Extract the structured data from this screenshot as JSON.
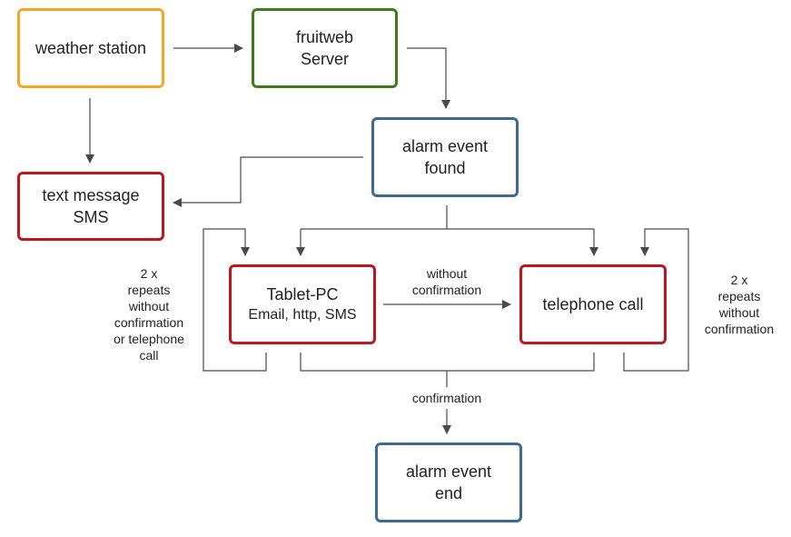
{
  "colors": {
    "orange": "#f5a623",
    "green": "#3f7a1a",
    "blue": "#3b6b94",
    "red": "#c0151b",
    "line": "#4a4a4a"
  },
  "nodes": {
    "weather_station": {
      "line1": "weather station",
      "color": "orange"
    },
    "fruitweb_server": {
      "line1": "fruitweb",
      "line2": "Server",
      "color": "green"
    },
    "alarm_event_found": {
      "line1": "alarm event",
      "line2": "found",
      "color": "blue"
    },
    "text_message": {
      "line1": "text message",
      "line2": "SMS",
      "color": "red"
    },
    "tablet_pc": {
      "line1": "Tablet-PC",
      "line2": "Email, http, SMS",
      "color": "red"
    },
    "telephone_call": {
      "line1": "telephone call",
      "color": "red"
    },
    "alarm_event_end": {
      "line1": "alarm event",
      "line2": "end",
      "color": "blue"
    }
  },
  "labels": {
    "without_confirmation": {
      "l1": "without",
      "l2": "confirmation"
    },
    "left_repeats": {
      "l1": "2 x",
      "l2": "repeats",
      "l3": "without",
      "l4": "confirmation",
      "l5": "or telephone",
      "l6": "call"
    },
    "right_repeats": {
      "l1": "2 x",
      "l2": "repeats",
      "l3": "without",
      "l4": "confirmation"
    },
    "confirmation": "confirmation"
  }
}
